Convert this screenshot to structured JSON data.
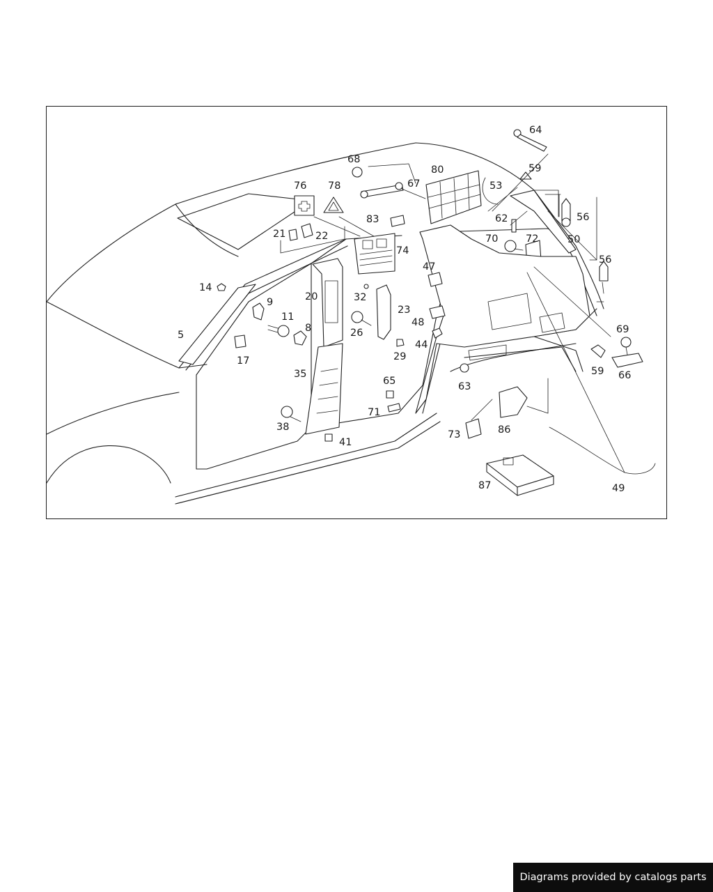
{
  "footer": {
    "text": "Diagrams provided by catalogs parts"
  },
  "callouts": {
    "c5": "5",
    "c8": "8",
    "c9": "9",
    "c11": "11",
    "c14": "14",
    "c17": "17",
    "c20": "20",
    "c21": "21",
    "c22": "22",
    "c23": "23",
    "c26": "26",
    "c29": "29",
    "c32": "32",
    "c35": "35",
    "c38": "38",
    "c41": "41",
    "c44": "44",
    "c47": "47",
    "c48": "48",
    "c49": "49",
    "c50": "50",
    "c53": "53",
    "c56a": "56",
    "c56b": "56",
    "c59a": "59",
    "c59b": "59",
    "c62": "62",
    "c63": "63",
    "c64": "64",
    "c65": "65",
    "c66": "66",
    "c67": "67",
    "c68": "68",
    "c69": "69",
    "c70": "70",
    "c71": "71",
    "c72": "72",
    "c73": "73",
    "c74": "74",
    "c76": "76",
    "c78": "78",
    "c80": "80",
    "c83": "83",
    "c86": "86",
    "c87": "87"
  },
  "icons": {
    "first_aid": "first-aid-kit-icon",
    "warning": "warning-triangle-icon"
  }
}
